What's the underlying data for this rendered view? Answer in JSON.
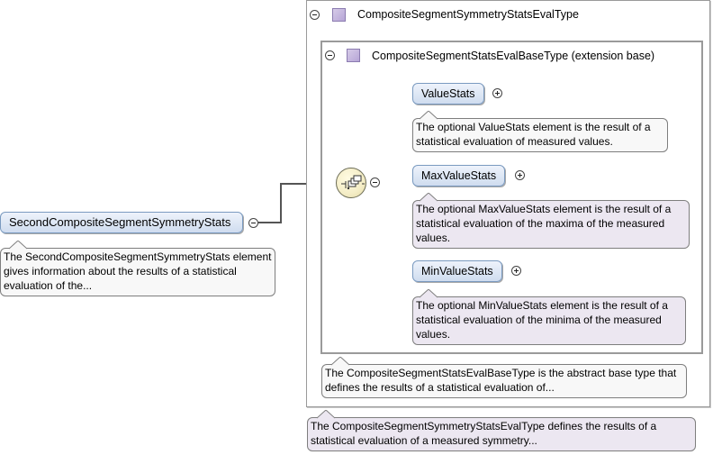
{
  "element": {
    "name": "SecondCompositeSegmentSymmetryStats",
    "doc": "The SecondCompositeSegmentSymmetryStats element gives information about the results of a statistical evaluation of the..."
  },
  "outer_type": {
    "title": "CompositeSegmentSymmetryStatsEvalType",
    "doc": "The CompositeSegmentSymmetryStatsEvalType defines the results of a statistical evaluation of a measured symmetry..."
  },
  "inner_type": {
    "title": "CompositeSegmentStatsEvalBaseType (extension base)",
    "doc": "The CompositeSegmentStatsEvalBaseType is the abstract base type that defines the results of a statistical evaluation of..."
  },
  "children": [
    {
      "name": "ValueStats",
      "doc": "The optional ValueStats element is the result of a statistical evaluation of measured values."
    },
    {
      "name": "MaxValueStats",
      "doc": "The optional MaxValueStats element is the result of a statistical evaluation of the maxima of the measured values."
    },
    {
      "name": "MinValueStats",
      "doc": "The optional MinValueStats element is the result of a statistical evaluation of the minima of the measured values."
    }
  ],
  "compositor_icon": "sequence-compositor-icon"
}
